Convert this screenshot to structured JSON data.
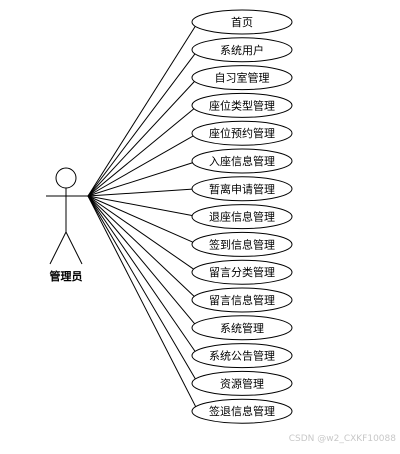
{
  "actor": {
    "name": "管理员"
  },
  "use_cases": [
    "首页",
    "系统用户",
    "自习室管理",
    "座位类型管理",
    "座位预约管理",
    "入座信息管理",
    "暂离申请管理",
    "退座信息管理",
    "签到信息管理",
    "留言分类管理",
    "留言信息管理",
    "系统管理",
    "系统公告管理",
    "资源管理",
    "签退信息管理"
  ],
  "watermark": "CSDN @w2_CXKF10088",
  "colors": {
    "stroke": "#000000",
    "background": "#ffffff",
    "watermark": "#c8c8c8"
  }
}
